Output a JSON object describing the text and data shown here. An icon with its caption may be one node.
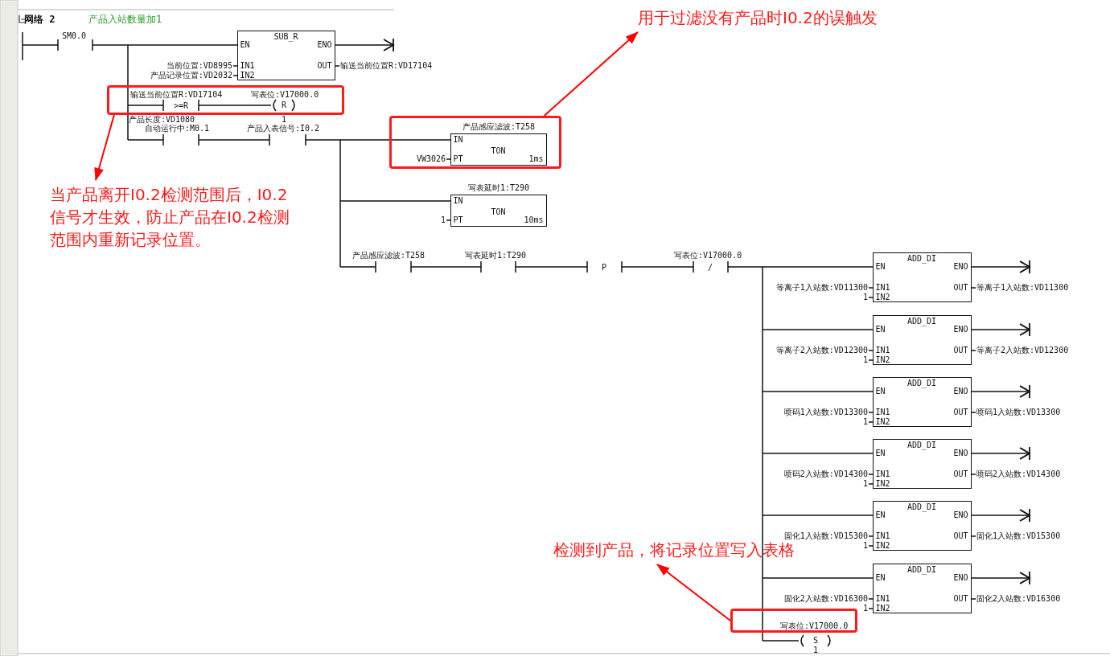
{
  "diagram": {
    "nodes": [
      {
        "text": [
          "SUB_R",
          "EN",
          "ENO",
          "IN1",
          "IN2",
          "OUT"
        ],
        "beside": [
          "当前位置:VD8995",
          "产品记录位置:VD2032",
          "输送当前位置R:VD17104"
        ]
      },
      {
        "text": [],
        "shape": "box"
      },
      {
        "text": [
          "用于过滤没有产品时I0.2的误触发"
        ]
      },
      {
        "text": [],
        "shape": "box"
      },
      {
        "text": [
          "产品感应滤波:T258",
          "IN",
          "TON",
          "PT",
          "1ms"
        ],
        "beside": [
          "VW3026"
        ],
        "in": 3
      },
      {
        "text": [
          "当产品离开I0.2检测范围后，I0.2信号才生效，防止产品在I0.2检测范围内重新记录位置。"
        ]
      },
      {
        "text": [
          "写表延时1:T290",
          "IN",
          "TON",
          "PT",
          "10ms"
        ],
        "beside": [
          "1"
        ]
      },
      {
        "text": [
          "ADD_DI",
          "EN",
          "ENO",
          "IN1",
          "IN2",
          "OUT"
        ],
        "beside": [
          "等离子1入站数:VD11300",
          "1",
          "等离子1入站数:VD11300"
        ]
      },
      {
        "text": [
          "ADD_DI",
          "EN",
          "ENO",
          "IN1",
          "IN2",
          "OUT"
        ],
        "beside": [
          "等离子2入站数:VD12300",
          "1",
          "等离子2入站数:VD12300"
        ]
      },
      {
        "text": [
          "ADD_DI",
          "EN",
          "ENO",
          "IN1",
          "IN2",
          "OUT"
        ],
        "beside": [
          "喷码1入站数:VD13300",
          "1",
          "喷码1入站数:VD13300"
        ]
      },
      {
        "text": [
          "ADD_DI",
          "EN",
          "ENO",
          "IN1",
          "IN2",
          "OUT"
        ],
        "beside": [
          "喷码2入站数:VD14300",
          "1",
          "喷码2入站数:VD14300"
        ]
      },
      {
        "text": [
          "ADD_DI",
          "EN",
          "ENO",
          "IN1",
          "IN2",
          "OUT"
        ],
        "beside": [
          "固化1入站数:VD15300",
          "1",
          "固化1入站数:VD15300"
        ]
      },
      {
        "text": [
          "ADD_DI",
          "EN",
          "ENO",
          "IN1",
          "IN2",
          "OUT"
        ],
        "beside": [
          "固化2入站数:VD16300",
          "1",
          "固化2入站数:VD16300"
        ]
      },
      {
        "text": [
          "检测到产品，将记录位置写入表格"
        ]
      },
      {
        "text": [],
        "shape": "box"
      }
    ],
    "edges": [
      {
        "from": 0,
        "to": null,
        "arrow": "to"
      },
      {
        "from": 7,
        "to": null,
        "arrow": "to"
      },
      {
        "from": 8,
        "to": null,
        "arrow": "to"
      },
      {
        "from": 9,
        "to": null,
        "arrow": "to"
      },
      {
        "from": 10,
        "to": null,
        "arrow": "to"
      },
      {
        "from": 11,
        "to": null,
        "arrow": "to"
      },
      {
        "from": 12,
        "to": null,
        "arrow": "to"
      },
      {
        "from": 1,
        "to": 5,
        "arrow": "to",
        "color": "#ff0000"
      },
      {
        "from": 3,
        "to": 2,
        "arrow": "to",
        "color": "#ff0000"
      },
      {
        "from": 14,
        "to": 13,
        "arrow": "to",
        "color": "#ff0000"
      }
    ],
    "labels": [
      "网络 2",
      "产品入站数量加1",
      "SM0.0",
      "输送当前位置R:VD17104",
      ">=R",
      "产品长度:VD1080",
      "写表位:V17000.0",
      "R",
      "1",
      "自动运行中:M0.1",
      "产品入表信号:I0.2",
      "产品感应滤波:T258",
      "写表延时1:T290",
      "P",
      "写表位:V17000.0",
      "/",
      "写表位:V17000.0",
      "S",
      "1"
    ]
  }
}
